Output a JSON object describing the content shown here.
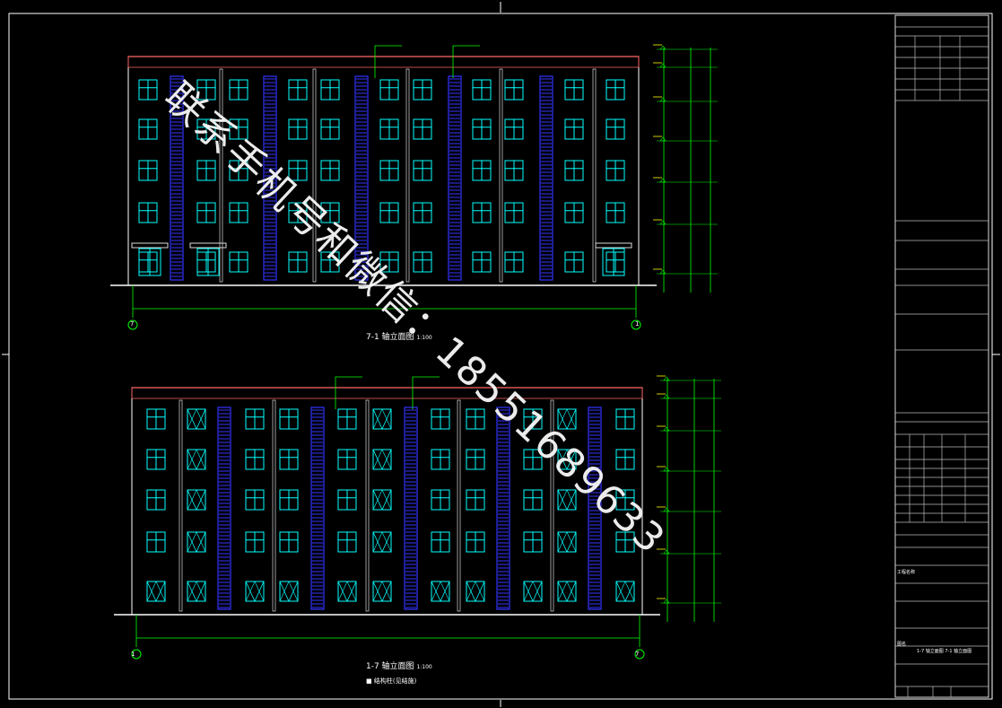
{
  "drawing": {
    "elevation_top": {
      "title": "7-1  轴立面图",
      "scale": "1:100",
      "axis_left": "7",
      "axis_right": "1"
    },
    "elevation_bottom": {
      "title": "1-7  轴立面图",
      "scale": "1:100",
      "axis_left": "1",
      "axis_right": "7",
      "note": "■  结构柱(见结施)"
    },
    "title_block": {
      "project_label": "工程名称",
      "drawing_label": "图名",
      "drawing_name": "1-7 轴立面图  7-1 轴立面图"
    }
  },
  "watermark": {
    "text": "联系手机号和微信：18551689633"
  },
  "colors": {
    "background": "#000000",
    "frame": "#ffffff",
    "window": "#00ffff",
    "column": "#3333ff",
    "parapet": "#ff6666",
    "dimension": "#00ff00",
    "annotation": "#ffff00"
  }
}
